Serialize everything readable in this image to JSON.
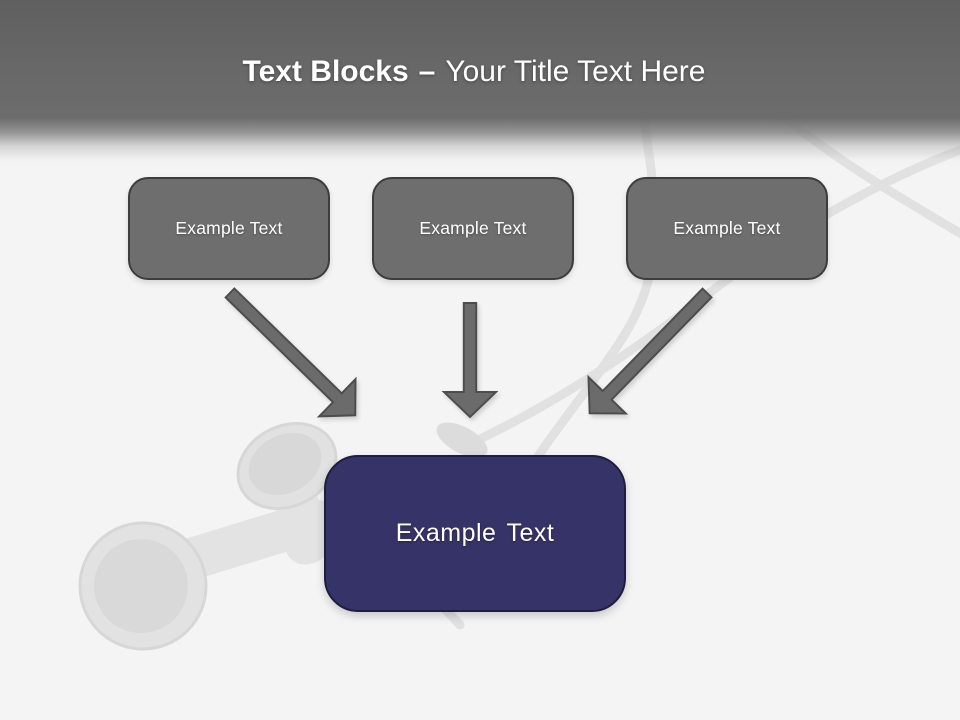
{
  "title": {
    "bold": "Text Blocks",
    "dash": "–",
    "regular": "Your Title Text Here"
  },
  "blocks": {
    "top": [
      {
        "label": "Example Text"
      },
      {
        "label": "Example Text"
      },
      {
        "label": "Example Text"
      }
    ],
    "bottom": {
      "label": "Example Text"
    }
  },
  "watermark_description": "faded grey earbuds with tangled cables",
  "colors": {
    "background": "#f4f4f4",
    "header_dark": "#666666",
    "box_gray": "#6e6e6e",
    "box_gray_border": "#3d3d3d",
    "arrow_fill": "#6b6b6b",
    "arrow_border": "#4d4d4d",
    "navy_fill": "#363368",
    "navy_border": "#1f1d40",
    "text_white": "#ffffff"
  }
}
